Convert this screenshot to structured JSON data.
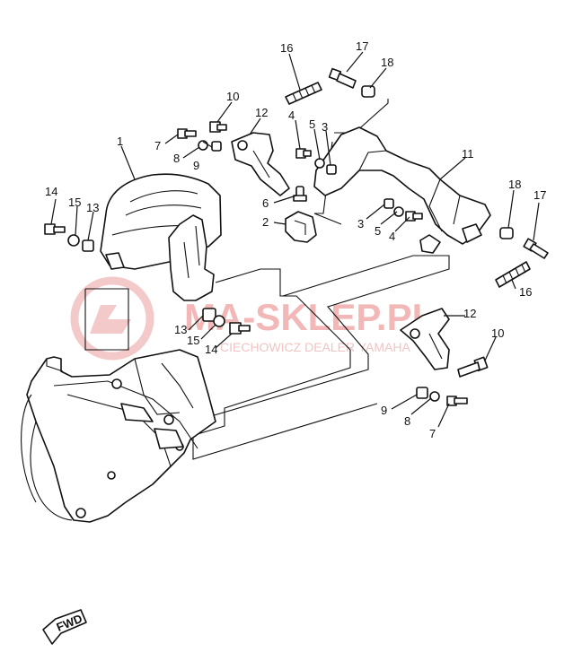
{
  "watermark": {
    "brand": "MA-SKLEP.PL",
    "tagline": "CIECHOWICZ DEALER YAMAHA"
  },
  "fwd_badge": {
    "label": "FWD"
  },
  "callouts": [
    {
      "label": "1"
    },
    {
      "label": "2"
    },
    {
      "label": "3"
    },
    {
      "label": "3"
    },
    {
      "label": "4"
    },
    {
      "label": "4"
    },
    {
      "label": "5"
    },
    {
      "label": "5"
    },
    {
      "label": "6"
    },
    {
      "label": "7"
    },
    {
      "label": "7"
    },
    {
      "label": "8"
    },
    {
      "label": "8"
    },
    {
      "label": "9"
    },
    {
      "label": "9"
    },
    {
      "label": "10"
    },
    {
      "label": "10"
    },
    {
      "label": "11"
    },
    {
      "label": "12"
    },
    {
      "label": "12"
    },
    {
      "label": "13"
    },
    {
      "label": "13"
    },
    {
      "label": "14"
    },
    {
      "label": "14"
    },
    {
      "label": "15"
    },
    {
      "label": "15"
    },
    {
      "label": "16"
    },
    {
      "label": "16"
    },
    {
      "label": "17"
    },
    {
      "label": "17"
    },
    {
      "label": "18"
    },
    {
      "label": "18"
    }
  ]
}
